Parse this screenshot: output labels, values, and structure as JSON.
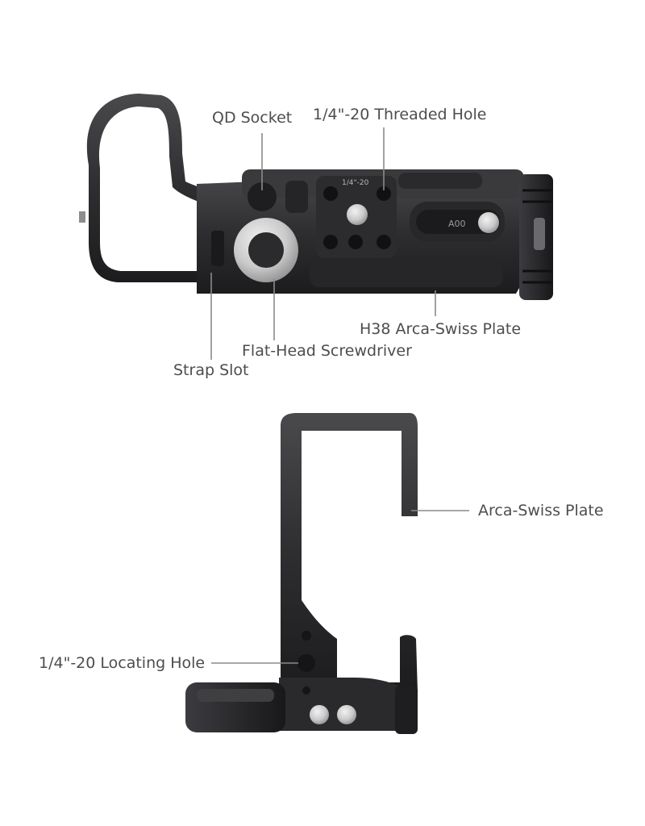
{
  "callouts": {
    "qd_socket": "QD Socket",
    "threaded_hole": "1/4\"-20 Threaded Hole",
    "arca_h38": "H38 Arca-Swiss Plate",
    "screwdriver": "Flat-Head Screwdriver",
    "strap_slot": "Strap Slot",
    "arca_plate": "Arca-Swiss Plate",
    "locating_hole": "1/4\"-20 Locating Hole"
  },
  "engravings": {
    "thread_mark": "1/4\"-20",
    "model_mark": "A00"
  }
}
